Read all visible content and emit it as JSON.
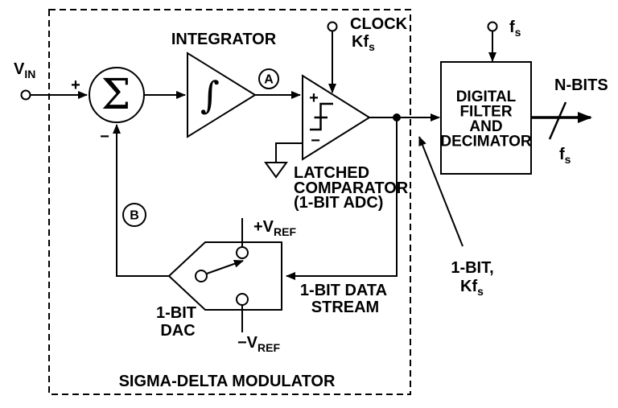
{
  "diagram": {
    "title": "SIGMA-DELTA MODULATOR",
    "colors": {
      "ink": "#000000",
      "background": "#ffffff"
    },
    "input": {
      "main": "V",
      "sub": "IN"
    },
    "summing": {
      "glyph": "Σ",
      "plus": "+",
      "minus": "−"
    },
    "integrator": {
      "label": "INTEGRATOR",
      "glyph": "∫"
    },
    "nodes": {
      "a": "A",
      "b": "B"
    },
    "clock": {
      "line1": "CLOCK",
      "line2_main": "Kf",
      "line2_sub": "s"
    },
    "comparator": {
      "plus": "+",
      "minus": "−",
      "caption1": "LATCHED",
      "caption2": "COMPARATOR",
      "caption3": "(1-BIT ADC)"
    },
    "dac": {
      "caption1": "1-BIT",
      "caption2": "DAC",
      "vref_pos_main": "+V",
      "vref_pos_sub": "REF",
      "vref_neg_main": "−V",
      "vref_neg_sub": "REF"
    },
    "data_stream": {
      "line1": "1-BIT DATA",
      "line2": "STREAM"
    },
    "annotation": {
      "line1": "1-BIT,",
      "line2_main": "Kf",
      "line2_sub": "s"
    },
    "filter": {
      "line1": "DIGITAL",
      "line2": "FILTER",
      "line3": "AND",
      "line4": "DECIMATOR"
    },
    "fs_top": {
      "main": "f",
      "sub": "s"
    },
    "output": {
      "bits": "N-BITS",
      "fs_main": "f",
      "fs_sub": "s"
    }
  }
}
